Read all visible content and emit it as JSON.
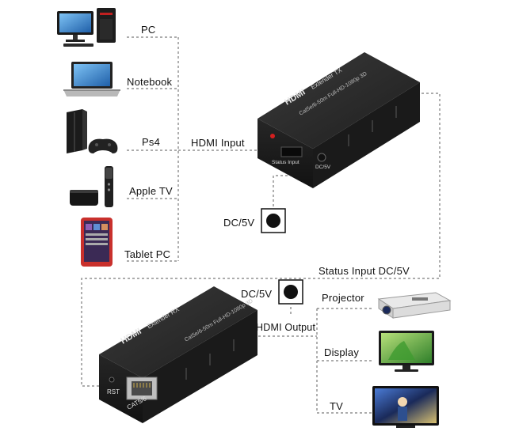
{
  "sources": [
    {
      "label": "PC",
      "icon": "pc-tower-monitor-icon"
    },
    {
      "label": "Notebook",
      "icon": "laptop-icon"
    },
    {
      "label": "Ps4",
      "icon": "game-console-icon"
    },
    {
      "label": "Apple TV",
      "icon": "apple-tv-icon"
    },
    {
      "label": "Tablet  PC",
      "icon": "tablet-icon"
    }
  ],
  "hdmi_input_label": "HDMI Input",
  "tx_unit": {
    "brand": "HDMI",
    "model": "Extender TX",
    "spec": "Cat5e/6-50m Full-HD-1080p 3D",
    "port_status_input": "Status Input",
    "port_dc": "DC/5V"
  },
  "tx_power_label": "DC/5V",
  "status_input_dc_label": "Status Input DC/5V",
  "rx_power_label": "DC/5V",
  "hdmi_output_label": "HDMI Output",
  "rx_unit": {
    "brand": "HDMI",
    "model": "Extender RX",
    "spec": "Cat5e/6-50m Full-HD-1080p 3D",
    "port_rst": "RST",
    "port_cat": "CAT5/6"
  },
  "outputs": [
    {
      "label": "Projector",
      "icon": "projector-icon"
    },
    {
      "label": "Display",
      "icon": "monitor-icon"
    },
    {
      "label": "TV",
      "icon": "tv-icon"
    }
  ],
  "colors": {
    "device_body": "#2b2b2b",
    "led": "#d41f1f",
    "screen_blue": "#2f7fd0",
    "screen_green": "#4aa838"
  }
}
